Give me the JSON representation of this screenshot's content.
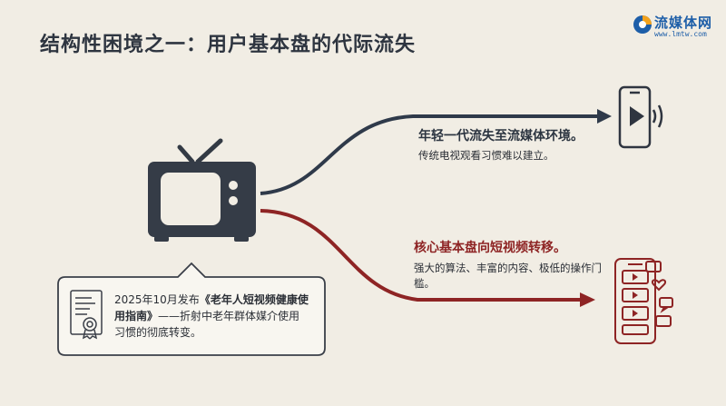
{
  "header": {
    "title": "结构性困境之一：用户基本盘的代际流失"
  },
  "logo": {
    "brand": "流媒体网",
    "url": "www.lmtw.com"
  },
  "flow_top": {
    "title": "年轻一代流失至流媒体环境。",
    "body": "传统电视观看习惯难以建立。",
    "color": "#2f3a4a"
  },
  "flow_bottom": {
    "title": "核心基本盘向短视频转移。",
    "body": "强大的算法、丰富的内容、极低的操作门槛。",
    "color": "#8e2424"
  },
  "note": {
    "prefix": "2025年10月发布",
    "highlight": "《老年人短视频健康使用指南》",
    "suffix": "——折射中老年群体媒介使用习惯的彻底转变。"
  },
  "icons": {
    "tv": "tv-icon",
    "phone": "smartphone-play-icon",
    "short_video": "short-video-feed-icon",
    "document": "certificate-document-icon"
  }
}
